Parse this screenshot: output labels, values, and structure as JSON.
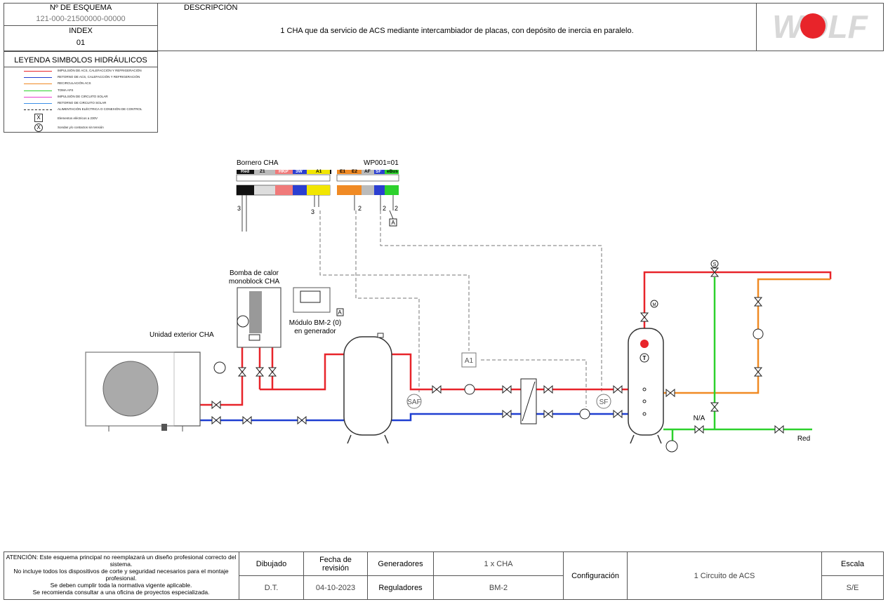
{
  "header": {
    "scheme_label": "Nº DE ESQUEMA",
    "scheme_number": "121-000-21500000-00000",
    "index_label": "INDEX",
    "index_value": "01",
    "description_label": "DESCRIPCIÓN",
    "description_text": "1 CHA que da servicio de ACS mediante intercambiador de placas, con depósito de inercia en paralelo.",
    "logo_text": "WOLF"
  },
  "legend": {
    "title": "LEYENDA SIMBOLOS HIDRÁULICOS",
    "items": [
      {
        "label": "IMPULSIÓN DE ACS, CALEFACCIÓN Y REFRIGERACIÓN",
        "color": "#e8242a"
      },
      {
        "label": "RETORNO DE ACS, CALEFACCIÓN Y REFRIGERACIÓN",
        "color": "#1f3fd1"
      },
      {
        "label": "RECIRCULACIÓN ACS",
        "color": "#f08a24"
      },
      {
        "label": "TOMA AFS",
        "color": "#2dd12d"
      },
      {
        "label": "IMPULSIÓN DE CIRCUITO SOLAR",
        "color": "#e83bd0"
      },
      {
        "label": "RETORNO DE CIRCUITO SOLAR",
        "color": "#3b8fe8"
      },
      {
        "label": "ALIMENTACIÓN ELÉCTRICA O CONEXIÓN DE CONTROL",
        "color": "#222222"
      }
    ],
    "symbol_box_label": "Elementos eléctricos a 230V",
    "symbol_circle_label": "Sondas y/o contactos sin tensión",
    "symbol_box_char": "X",
    "symbol_circle_char": "X"
  },
  "diagram": {
    "bornero_title": "Bornero CHA",
    "wp_title": "WP001=01",
    "terminal_groups_left": [
      "Red",
      "Z1",
      "HKP",
      "3W",
      "A1"
    ],
    "terminal_groups_right": [
      "E1",
      "E2",
      "AF",
      "SF",
      "eBus"
    ],
    "wire_count_1": "3",
    "wire_count_2": "3",
    "wire_count_3": "2",
    "wire_count_4": "2",
    "wire_count_5": "2",
    "sensor_A": "A",
    "heat_pump_label_1": "Bomba de calor",
    "heat_pump_label_2": "monoblock CHA",
    "outdoor_unit_label": "Unidad exterior CHA",
    "module_label_1": "Módulo BM-2 (0)",
    "module_label_2": "en generador",
    "module_A": "A",
    "a1_label": "A1",
    "saf_label": "SAF",
    "sf_label": "SF",
    "na_label": "N/A",
    "red_label": "Red",
    "m_label": "M",
    "s_label": "S",
    "t_label": "T"
  },
  "footer": {
    "warning_lines": [
      "ATENCIÓN: Este esquema principal no reemplazará un diseño profesional correcto del sistema.",
      "No incluye todos los dispositivos de corte y seguridad necesarios para el montaje profesional.",
      "Se deben cumplir toda la normativa vigente aplicable.",
      "Se recomienda consultar a una oficina de proyectos especializada."
    ],
    "drawn_label": "Dibujado",
    "drawn_value": "D.T.",
    "revision_label": "Fecha de revisión",
    "revision_value": "04-10-2023",
    "generators_label": "Generadores",
    "generators_value": "1 x CHA",
    "regulators_label": "Reguladores",
    "regulators_value": "BM-2",
    "config_label": "Configuración",
    "config_value": "1 Circuito de ACS",
    "scale_label": "Escala",
    "scale_value": "S/E"
  }
}
